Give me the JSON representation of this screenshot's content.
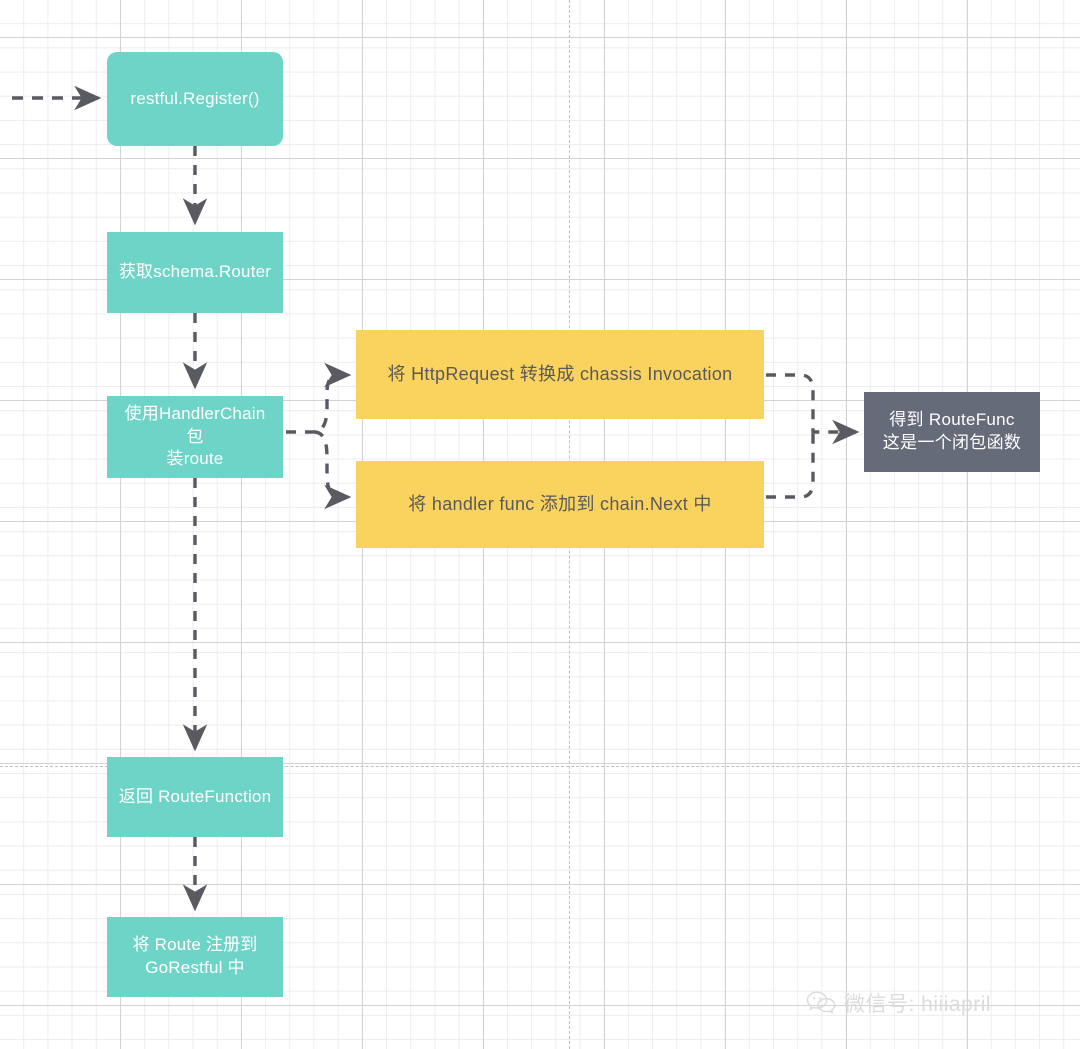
{
  "diagram": {
    "title": "restful.Register flow",
    "colors": {
      "teal": "#6ED4C8",
      "yellow": "#F9D35E",
      "gray": "#666B7A",
      "connector": "#5a5a62",
      "grid_minor": "#ededed",
      "grid_major": "#d3d3d3",
      "node_text_light": "#ffffff",
      "node_text_dark": "#5a5a5a",
      "watermark": "#dcdcdc"
    },
    "nodes": [
      {
        "id": "register",
        "label": "restful.Register()",
        "kind": "teal",
        "shape": "rounded"
      },
      {
        "id": "get-router",
        "label": "获取schema.Router",
        "kind": "teal",
        "shape": "rect"
      },
      {
        "id": "wrap-route",
        "label": "使用HandlerChain 包\n装route",
        "kind": "teal",
        "shape": "rect"
      },
      {
        "id": "to-invocation",
        "label": "将 HttpRequest 转换成 chassis Invocation",
        "kind": "yellow",
        "shape": "rect"
      },
      {
        "id": "chain-next",
        "label": "将 handler func 添加到 chain.Next 中",
        "kind": "yellow",
        "shape": "rect"
      },
      {
        "id": "routefunc",
        "label": "得到 RouteFunc\n这是一个闭包函数",
        "kind": "gray",
        "shape": "rect"
      },
      {
        "id": "return-rf",
        "label": "返回 RouteFunction",
        "kind": "teal",
        "shape": "rect"
      },
      {
        "id": "register-go",
        "label": "将 Route 注册到\nGoRestful 中",
        "kind": "teal",
        "shape": "rect"
      }
    ],
    "edges": [
      {
        "id": "edge-in",
        "from": "",
        "to": "register",
        "style": "dashed",
        "arrow": true
      },
      {
        "id": "edge-register-router",
        "from": "register",
        "to": "get-router",
        "style": "dashed",
        "arrow": true
      },
      {
        "id": "edge-router-wrap",
        "from": "get-router",
        "to": "wrap-route",
        "style": "dashed",
        "arrow": true
      },
      {
        "id": "edge-wrap-invocation",
        "from": "wrap-route",
        "to": "to-invocation",
        "style": "dashed",
        "arrow": true
      },
      {
        "id": "edge-wrap-chain",
        "from": "wrap-route",
        "to": "chain-next",
        "style": "dashed",
        "arrow": true
      },
      {
        "id": "edge-invocation-rf",
        "from": "to-invocation",
        "to": "routefunc",
        "style": "dashed",
        "arrow": true
      },
      {
        "id": "edge-chain-rf",
        "from": "chain-next",
        "to": "routefunc",
        "style": "dashed",
        "arrow": true
      },
      {
        "id": "edge-wrap-return",
        "from": "wrap-route",
        "to": "return-rf",
        "style": "dashed",
        "arrow": true
      },
      {
        "id": "edge-return-gorest",
        "from": "return-rf",
        "to": "register-go",
        "style": "dashed",
        "arrow": true
      }
    ]
  },
  "watermark": {
    "icon": "wechat-icon",
    "text": "微信号: hiiiapril"
  }
}
